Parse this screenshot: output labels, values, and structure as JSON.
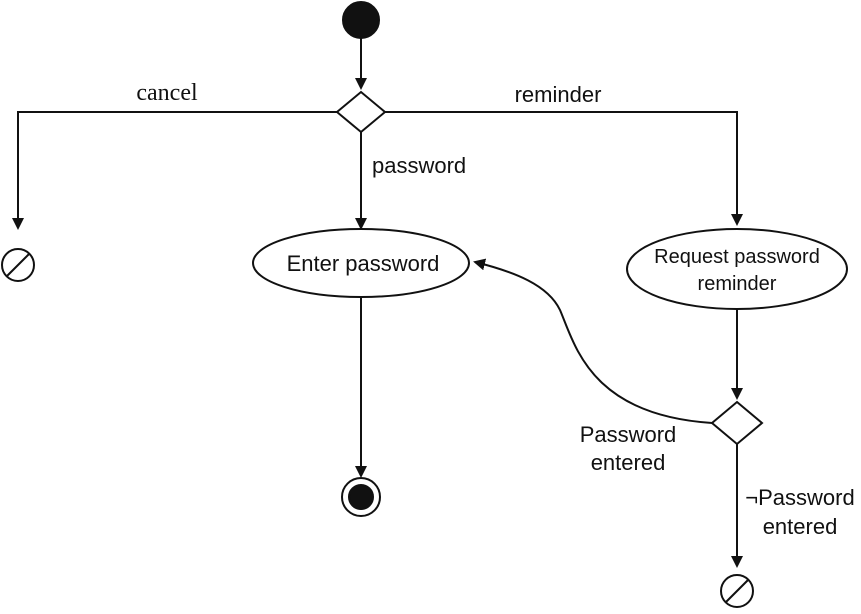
{
  "diagram": {
    "type": "uml-activity-diagram",
    "edges": {
      "cancel": "cancel",
      "reminder": "reminder",
      "password": "password",
      "password_entered": [
        "Password",
        "entered"
      ],
      "not_password_entered": [
        "¬Password",
        "entered"
      ]
    },
    "nodes": {
      "enter_password": "Enter password",
      "request_reminder": [
        "Request password",
        "reminder"
      ]
    }
  }
}
